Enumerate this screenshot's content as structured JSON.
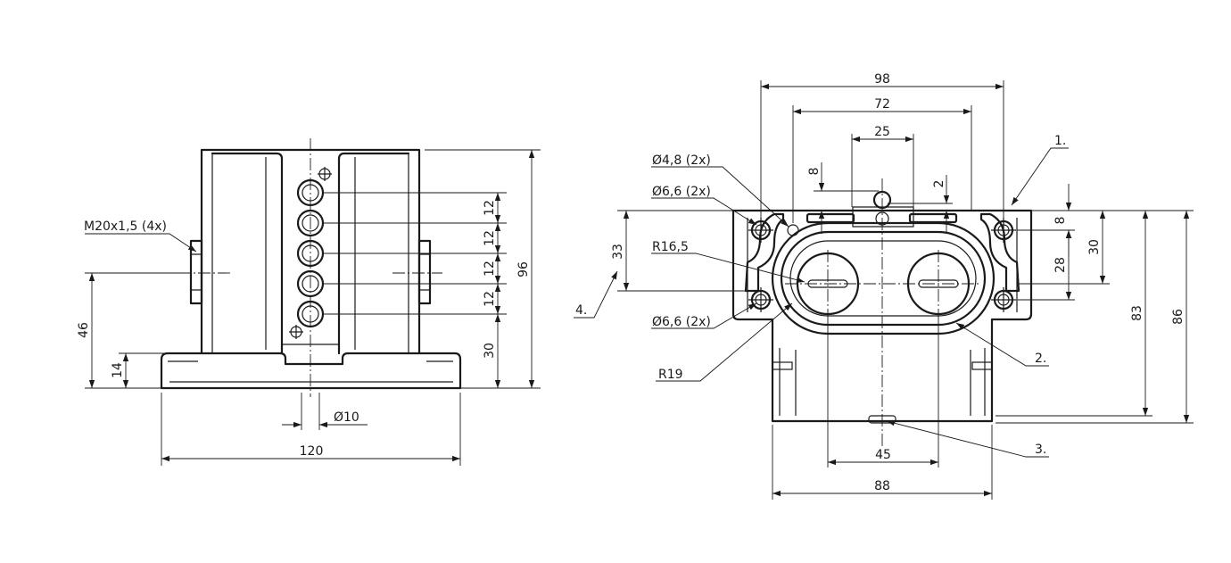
{
  "side_view": {
    "thread_label": "M20x1,5 (4x)",
    "dim_46": "46",
    "dim_14": "14",
    "dim_12": [
      "12",
      "12",
      "12",
      "12"
    ],
    "dim_30": "30",
    "dim_96": "96",
    "dim_dia10": "Ø10",
    "dim_120": "120"
  },
  "front_view": {
    "dim_98": "98",
    "dim_72": "72",
    "dim_25": "25",
    "dim_8_top": "8",
    "dim_2": "2",
    "hole_48": "Ø4,8 (2x)",
    "hole_66_top": "Ø6,6 (2x)",
    "hole_66_bottom": "Ø6,6 (2x)",
    "r165": "R16,5",
    "r19": "R19",
    "dim_33": "33",
    "dim_8_right": "8",
    "dim_28": "28",
    "dim_30": "30",
    "dim_83": "83",
    "dim_86": "86",
    "dim_45": "45",
    "dim_88": "88",
    "callout_1": "1.",
    "callout_2": "2.",
    "callout_3": "3.",
    "callout_4": "4."
  }
}
